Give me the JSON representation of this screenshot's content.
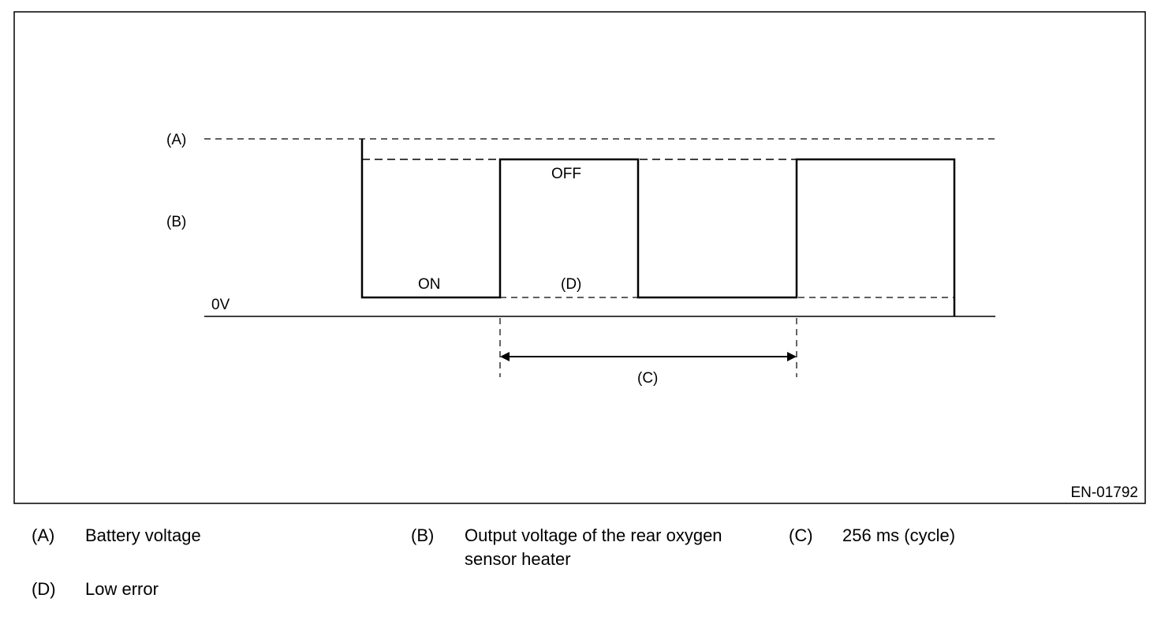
{
  "figure": {
    "id": "EN-01792",
    "labels": {
      "a": "(A)",
      "b": "(B)",
      "c": "(C)",
      "d": "(D)",
      "zero_v": "0V",
      "on": "ON",
      "off": "OFF"
    }
  },
  "legend": [
    {
      "key": "(A)",
      "text": "Battery voltage"
    },
    {
      "key": "(B)",
      "text": "Output voltage of the rear oxygen sensor heater"
    },
    {
      "key": "(C)",
      "text": "256 ms (cycle)"
    },
    {
      "key": "(D)",
      "text": "Low error"
    }
  ]
}
